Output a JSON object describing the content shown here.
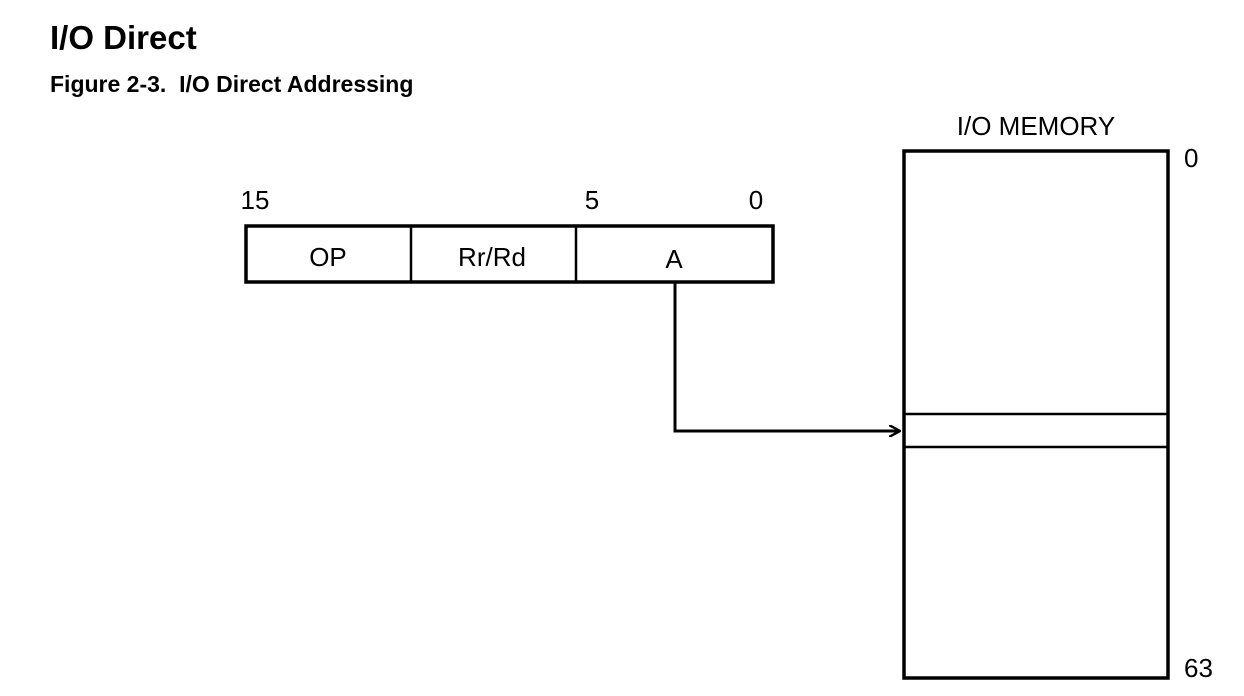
{
  "heading": {
    "title": "I/O Direct",
    "caption": "Figure 2-3.  I/O Direct Addressing"
  },
  "diagram": {
    "instruction": {
      "bit_labels": {
        "high": "15",
        "mid": "5",
        "low": "0"
      },
      "fields": {
        "op": "OP",
        "reg": "Rr/Rd",
        "addr": "A"
      }
    },
    "memory": {
      "title": "I/O MEMORY",
      "start_address": "0",
      "end_address": "63"
    }
  }
}
